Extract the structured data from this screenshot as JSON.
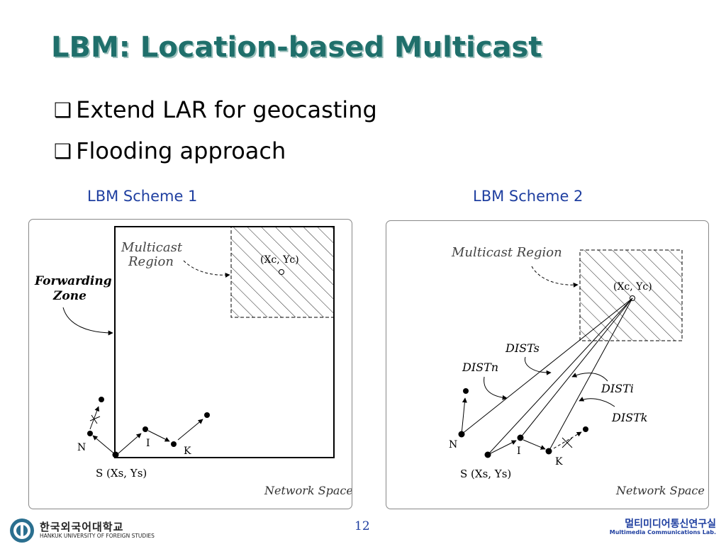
{
  "slide": {
    "title": "LBM: Location-based Multicast",
    "bullets": [
      "Extend LAR for geocasting",
      "Flooding approach"
    ],
    "bullet_marker": "❑",
    "page_number": "12"
  },
  "scheme1": {
    "caption": "LBM Scheme 1",
    "multicast_region_label": [
      "Multicast",
      "Region"
    ],
    "forwarding_zone_label": [
      "Forwarding",
      "Zone"
    ],
    "center_label": "(Xc, Yc)",
    "source_label": "S (Xs, Ys)",
    "node_n": "N",
    "node_i": "I",
    "node_k": "K",
    "network_space": "Network Space"
  },
  "scheme2": {
    "caption": "LBM Scheme 2",
    "multicast_region_label": "Multicast Region",
    "center_label": "(Xc, Yc)",
    "dist_s": "DISTs",
    "dist_n": "DISTn",
    "dist_i": "DISTi",
    "dist_k": "DISTk",
    "source_label": "S (Xs, Ys)",
    "node_n": "N",
    "node_i": "I",
    "node_k": "K",
    "network_space": "Network Space"
  },
  "footer": {
    "university_ko": "한국외국어대학교",
    "university_en": "HANKUK UNIVERSITY OF FOREIGN STUDIES",
    "lab_ko": "멀티미디어통신연구실",
    "lab_en": "Multimedia Communications Lab."
  },
  "colors": {
    "title": "#1f6f6b",
    "caption": "#1f3fa0",
    "text": "#000000"
  }
}
